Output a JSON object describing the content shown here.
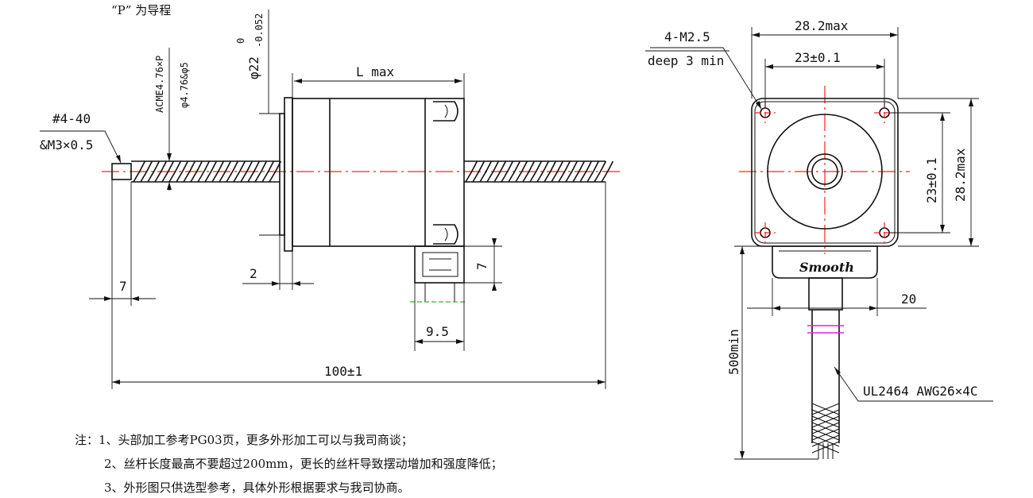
{
  "front_view": {
    "lead_note": "“P” 为导程",
    "screw_spec": "ACME4.76×P",
    "screw_dia": "φ4.76&φ5",
    "boss_dia": "φ22",
    "boss_tol_upper": "0",
    "boss_tol_lower": "-0.052",
    "thread_label_1": "#4-40",
    "thread_label_2": "&M3×0.5",
    "length_label": "L max",
    "dim_tip": "7",
    "dim_boss": "2",
    "dim_connector_h": "7",
    "dim_connector_w": "9.5",
    "dim_total": "100±1"
  },
  "side_view": {
    "hole_label_1": "4-M2.5",
    "hole_label_2": "deep 3 min",
    "width_max": "28.2max",
    "hole_spacing": "23±0.1",
    "height_spacing": "23±0.1",
    "height_max": "28.2max",
    "brand": "Smooth",
    "connector_w": "20",
    "cable_len": "500min",
    "cable_spec": "UL2464 AWG26×4C"
  },
  "notes": {
    "line1": "注：1、头部加工参考PG03页，更多外形加工可以与我司商谈；",
    "line2": "2、丝杆长度最高不要超过200mm，更长的丝杆导致摆动增加和强度降低；",
    "line3": "3、外形图只供选型参考，具体外形根据要求与我司协商。"
  },
  "colors": {
    "centerline": "#ff2020",
    "green_line": "#22c02a",
    "cable_marker": "#e020e0"
  }
}
